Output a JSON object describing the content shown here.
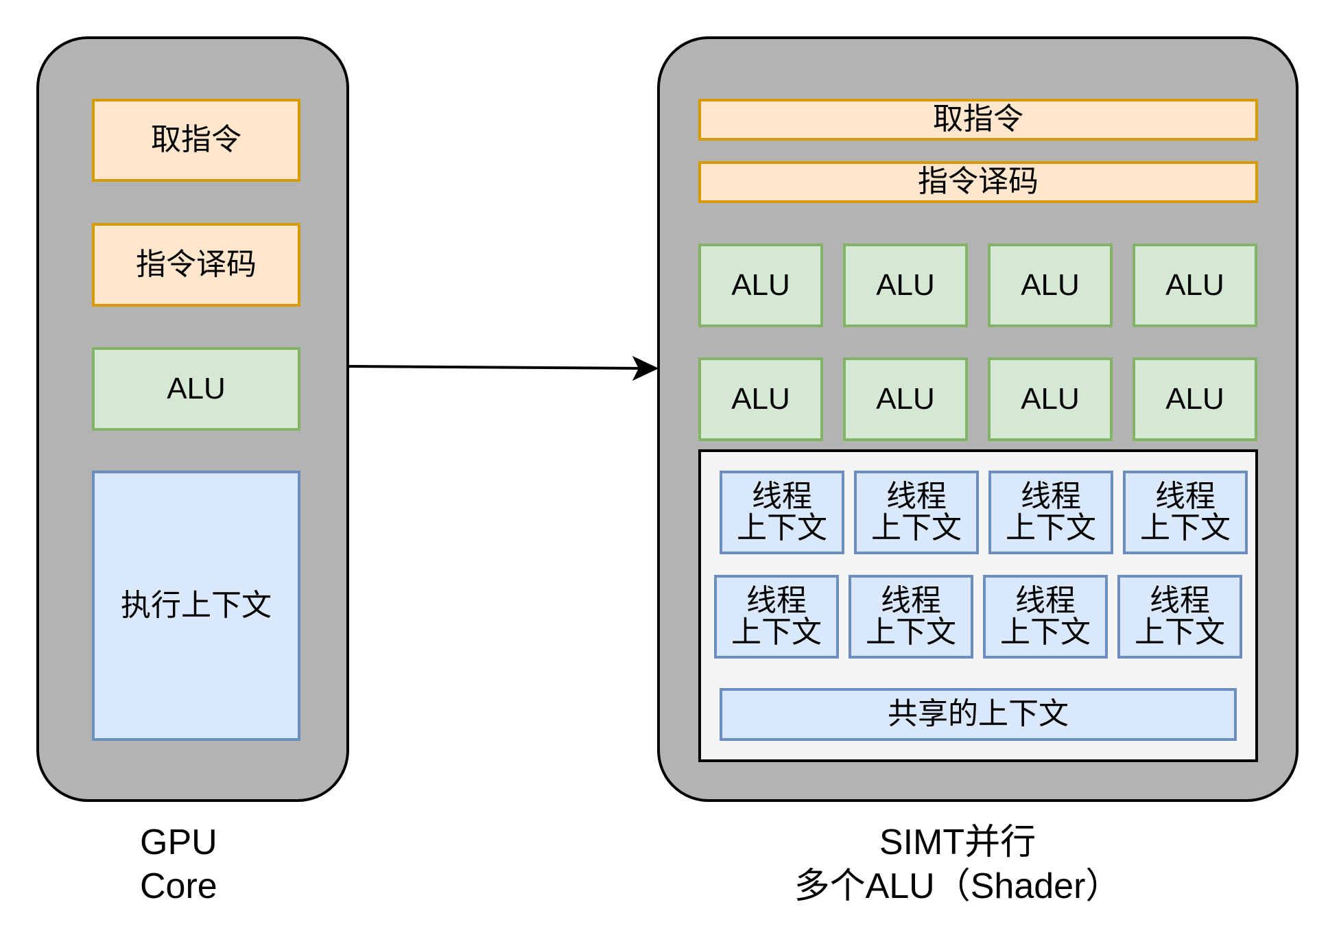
{
  "colors": {
    "panel_bg": "#b3b3b3",
    "orange_fill": "#ffe6cc",
    "orange_stroke": "#d79b00",
    "green_fill": "#d5e8d4",
    "green_stroke": "#82b366",
    "blue_fill": "#dae8fc",
    "blue_stroke": "#6c8ebf",
    "container_fill": "#f5f5f5"
  },
  "left_panel": {
    "fetch": "取指令",
    "decode": "指令译码",
    "alu": "ALU",
    "context": "执行上下文",
    "caption": [
      "GPU",
      "Core"
    ]
  },
  "right_panel": {
    "fetch": "取指令",
    "decode": "指令译码",
    "alus": [
      "ALU",
      "ALU",
      "ALU",
      "ALU",
      "ALU",
      "ALU",
      "ALU",
      "ALU"
    ],
    "thread_contexts": [
      {
        "line1": "线程",
        "line2": "上下文"
      },
      {
        "line1": "线程",
        "line2": "上下文"
      },
      {
        "line1": "线程",
        "line2": "上下文"
      },
      {
        "line1": "线程",
        "line2": "上下文"
      },
      {
        "line1": "线程",
        "line2": "上下文"
      },
      {
        "line1": "线程",
        "line2": "上下文"
      },
      {
        "line1": "线程",
        "line2": "上下文"
      },
      {
        "line1": "线程",
        "line2": "上下文"
      }
    ],
    "shared_context": "共享的上下文",
    "caption": [
      "SIMT并行",
      "多个ALU（Shader）"
    ]
  }
}
